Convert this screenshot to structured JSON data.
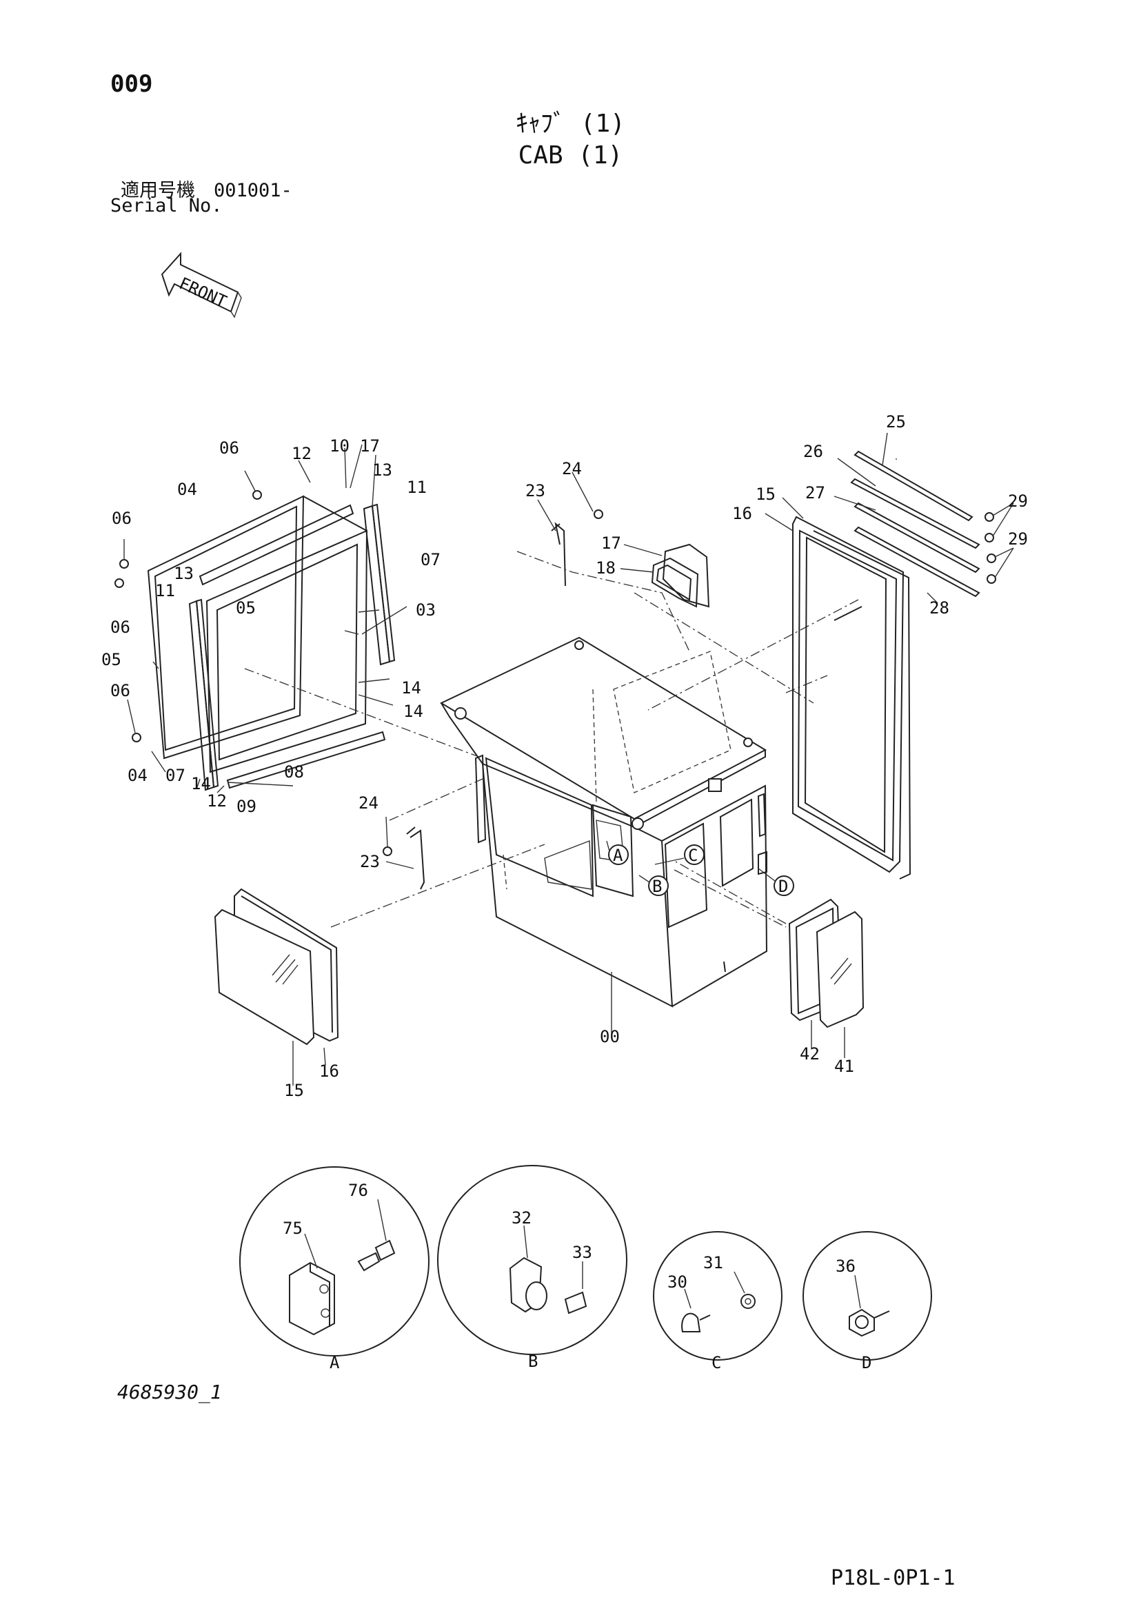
{
  "page_no": "009",
  "title_jp": "ｷｬﾌﾞ (1)",
  "title_en": "CAB (1)",
  "serial_jp": "適用号機　001001-",
  "serial_en": "Serial No.",
  "front_label": "FRONT",
  "drawing_no": "4685930_1",
  "page_code": "P18L-0P1-1",
  "callouts": {
    "c00": "00",
    "c03": "03",
    "c04a": "04",
    "c04b": "04",
    "c05a": "05",
    "c05b": "05",
    "c06a": "06",
    "c06b": "06",
    "c06c": "06",
    "c06d": "06",
    "c07a": "07",
    "c07b": "07",
    "c08": "08",
    "c09": "09",
    "c10": "10",
    "c11a": "11",
    "c11b": "11",
    "c12a": "12",
    "c12b": "12",
    "c13a": "13",
    "c13b": "13",
    "c14a": "14",
    "c14b": "14",
    "c14c": "14",
    "c15a": "15",
    "c15b": "15",
    "c16a": "16",
    "c16b": "16",
    "c17a": "17",
    "c17b": "17",
    "c18": "18",
    "c23a": "23",
    "c23b": "23",
    "c24a": "24",
    "c24b": "24",
    "c25": "25",
    "c26": "26",
    "c27": "27",
    "c28": "28",
    "c29a": "29",
    "c29b": "29",
    "c30": "30",
    "c31": "31",
    "c32": "32",
    "c33": "33",
    "c36": "36",
    "c41": "41",
    "c42": "42",
    "c75": "75",
    "c76": "76"
  },
  "detail_labels": {
    "A": "A",
    "B": "B",
    "C": "C",
    "D": "D"
  }
}
